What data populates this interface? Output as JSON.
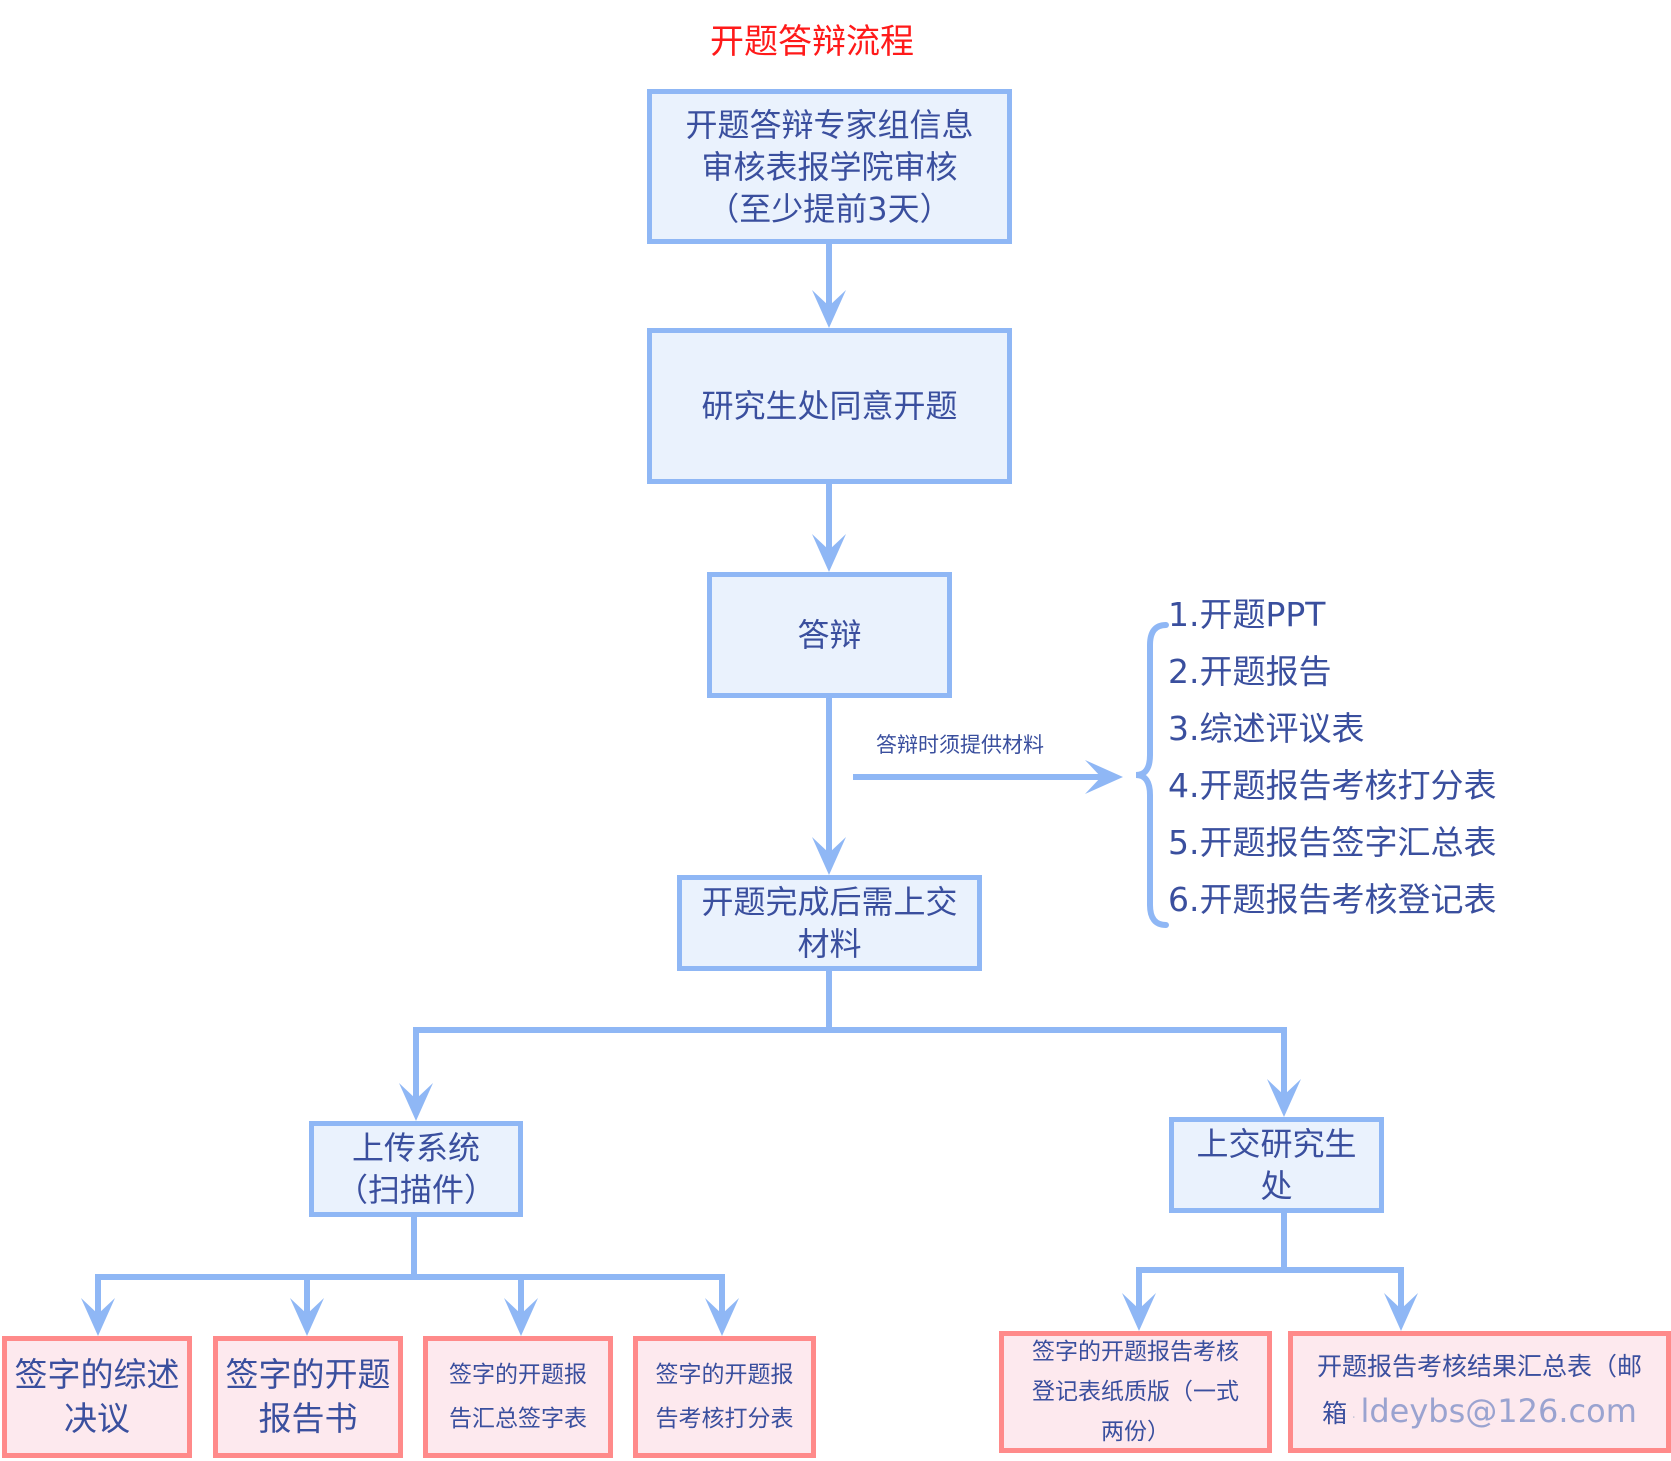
{
  "title": "开题答辩流程",
  "colors": {
    "title": "#ff1a1a",
    "node_text": "#3a4f9e",
    "primary_border": "#8fb7f5",
    "primary_fill": "#eaf2fd",
    "output_border": "#ff8a8a",
    "output_fill": "#fde9ee",
    "connector": "#8fb7f5",
    "email_text": "#9aa3d0"
  },
  "nodes": {
    "expert_group_review": {
      "lines": [
        "开题答辩专家组信息",
        "审核表报学院审核",
        "（至少提前3天）"
      ]
    },
    "grad_office_approval": {
      "lines": [
        "研究生处同意开题"
      ]
    },
    "defense": {
      "lines": [
        "答辩"
      ]
    },
    "post_defense_materials": {
      "lines": [
        "开题完成后需上交",
        "材料"
      ]
    },
    "upload_system": {
      "lines": [
        "上传系统",
        "（扫描件）"
      ]
    },
    "submit_grad_office": {
      "lines": [
        "上交研究生",
        "处"
      ]
    }
  },
  "side_note": {
    "label": "答辩时须提供材料",
    "items": [
      "1.开题PPT",
      "2.开题报告",
      "3.综述评议表",
      "4.开题报告考核打分表",
      "5.开题报告签字汇总表",
      "6.开题报告考核登记表"
    ]
  },
  "upload_outputs": [
    {
      "lines": [
        "签字的综述",
        "决议"
      ]
    },
    {
      "lines": [
        "签字的开题",
        "报告书"
      ]
    },
    {
      "lines": [
        "签字的开题报",
        "告汇总签字表"
      ]
    },
    {
      "lines": [
        "签字的开题报",
        "告考核打分表"
      ]
    }
  ],
  "office_outputs": [
    {
      "lines": [
        "签字的开题报告考核",
        "登记表纸质版（一式",
        "两份）"
      ]
    },
    {
      "line1": "开题报告考核结果汇总表（邮",
      "line2_prefix": "箱",
      "email": "ldeybs@126.com"
    }
  ]
}
